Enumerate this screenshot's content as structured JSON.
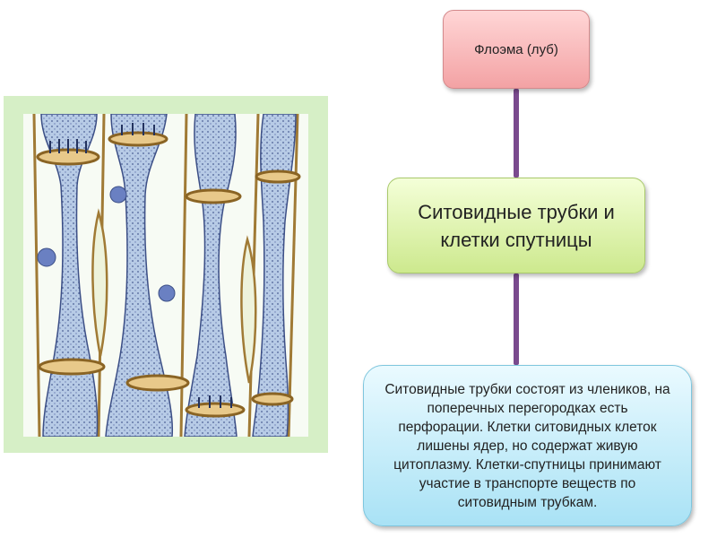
{
  "diagram": {
    "top_box": {
      "text": "Флоэма (луб)",
      "color": "#f3a2a4"
    },
    "middle_box": {
      "text": "Ситовидные трубки и клетки спутницы",
      "color": "#cde98e"
    },
    "bottom_box": {
      "text": "Ситовидные трубки состоят из члеников, на поперечных перегородках есть перфорации. Клетки ситовидных клеток лишены ядер, но содержат живую цитоплазму. Клетки-спутницы принимают участие в транспорте веществ по ситовидным трубкам.",
      "color": "#a9e2f5"
    },
    "connector_color": "#7a4a8e",
    "illustration": {
      "subject": "phloem-sieve-tubes-drawing",
      "background_color": "#d6efc6"
    }
  }
}
